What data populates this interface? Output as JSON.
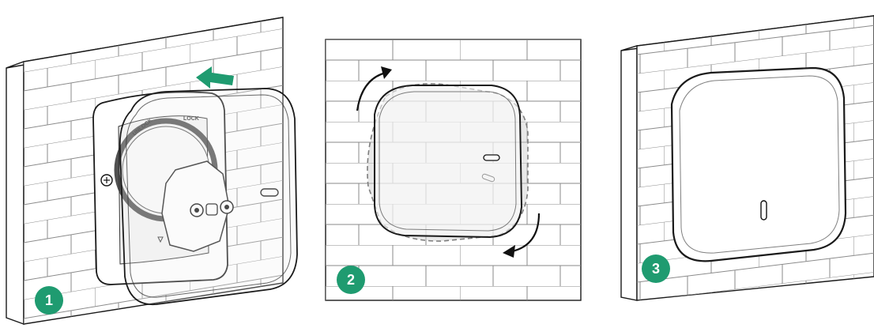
{
  "steps": [
    {
      "number": "1",
      "labels": {
        "unlock": "UNLOCK",
        "lock": "LOCK"
      }
    },
    {
      "number": "2"
    },
    {
      "number": "3"
    }
  ],
  "colors": {
    "step_badge": "#1f9b70",
    "push_arrow": "#1f9b70",
    "outline": "#1a1a1a",
    "brick_mortar": "#8a8a8a",
    "ghost_fill": "#cfcfcf"
  },
  "icons": [
    "push-arrow-icon",
    "rotate-cw-arrow-icon",
    "screw-icon"
  ]
}
